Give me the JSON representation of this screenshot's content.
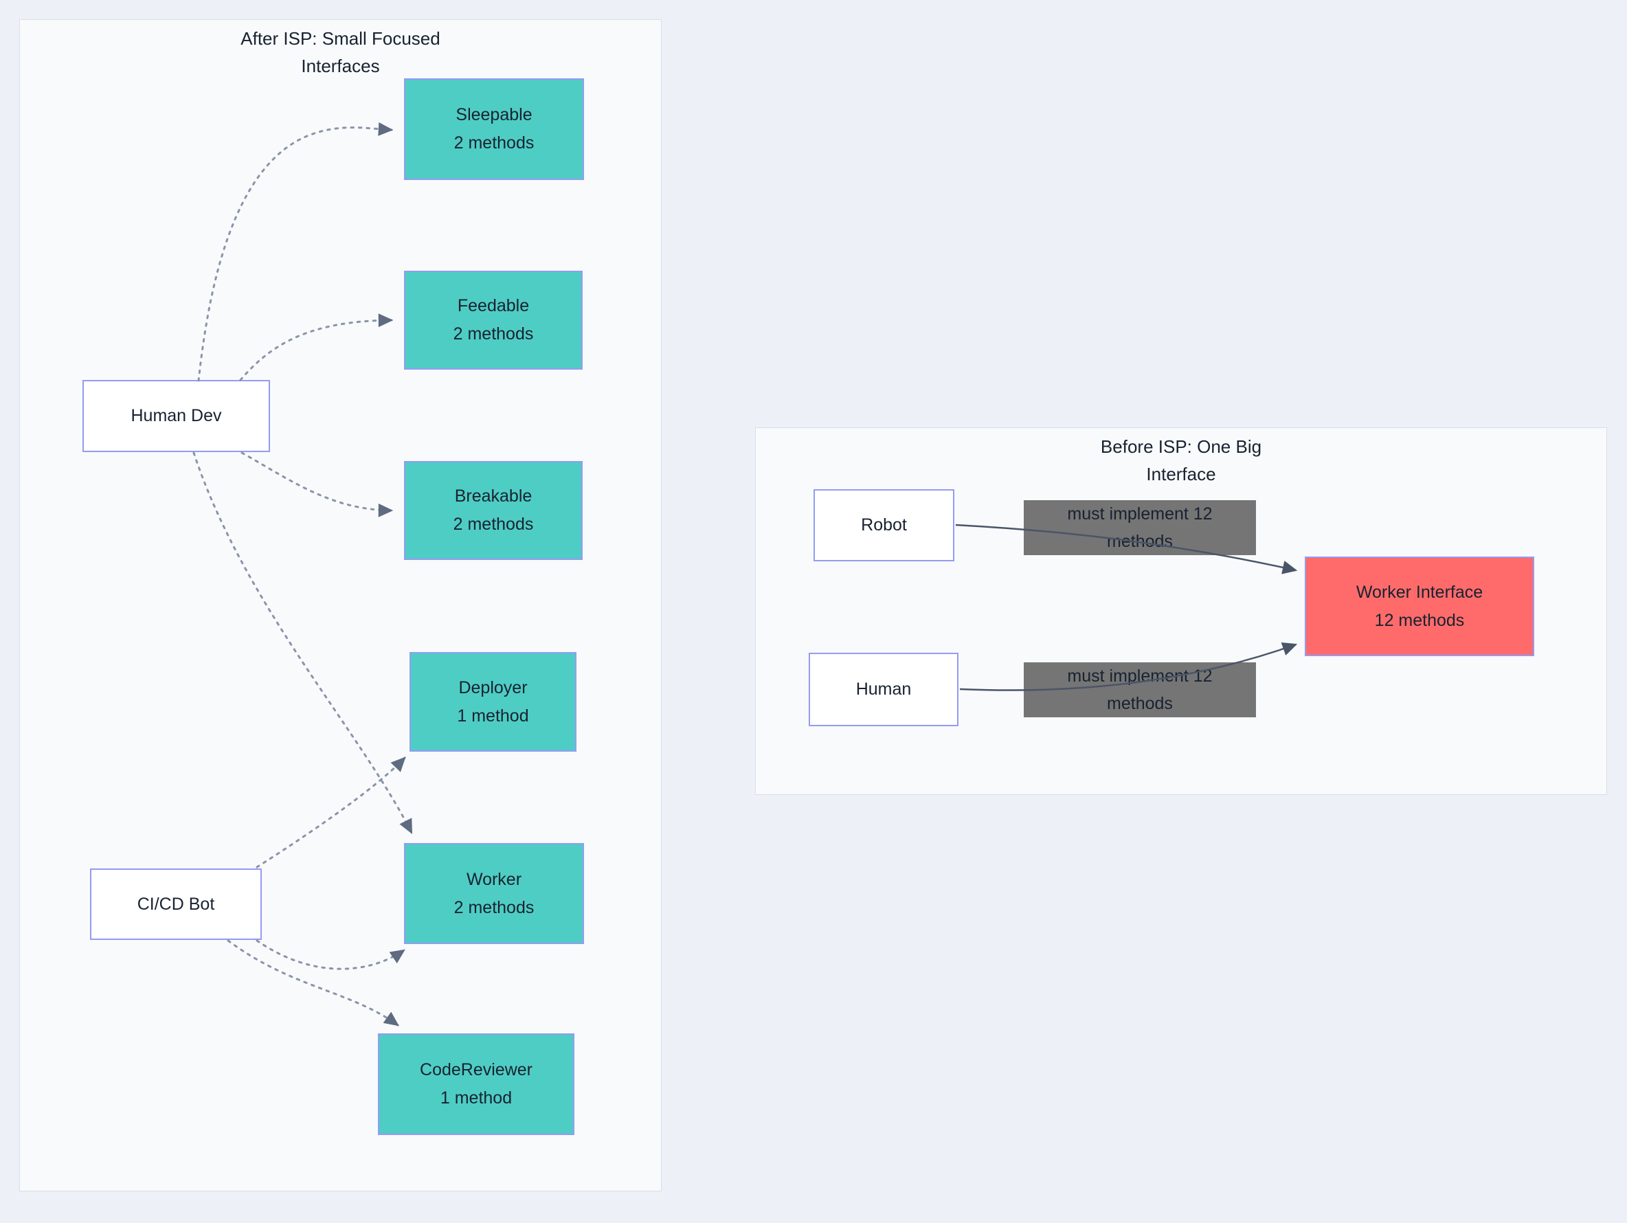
{
  "colors": {
    "page-bg": "#edf1f7",
    "panel-bg": "#f8fafc",
    "panel-border": "#d8dfe9",
    "node-border": "#949bf3",
    "node-white-bg": "#ffffff",
    "teal": "#4ECDC4",
    "red": "#FF6B6B",
    "gray-label-bg": "#757575",
    "text": "#182230",
    "dotted-edge": "#8a94a8",
    "dotted-arrow": "#5f6b81",
    "solid-edge": "#4a5568"
  },
  "after_panel": {
    "title_line1": "After ISP: Small Focused",
    "title_line2": "Interfaces",
    "nodes": {
      "human_dev": {
        "line1": "Human Dev"
      },
      "cicd_bot": {
        "line1": "CI/CD Bot"
      },
      "sleepable": {
        "line1": "Sleepable",
        "line2": "2 methods"
      },
      "feedable": {
        "line1": "Feedable",
        "line2": "2 methods"
      },
      "breakable": {
        "line1": "Breakable",
        "line2": "2 methods"
      },
      "deployer": {
        "line1": "Deployer",
        "line2": "1 method"
      },
      "worker": {
        "line1": "Worker",
        "line2": "2 methods"
      },
      "codereviewer": {
        "line1": "CodeReviewer",
        "line2": "1 method"
      }
    },
    "edges": [
      {
        "from": "Human Dev",
        "to": "Sleepable",
        "style": "dotted"
      },
      {
        "from": "Human Dev",
        "to": "Feedable",
        "style": "dotted"
      },
      {
        "from": "Human Dev",
        "to": "Breakable",
        "style": "dotted"
      },
      {
        "from": "Human Dev",
        "to": "Worker",
        "style": "dotted"
      },
      {
        "from": "CI/CD Bot",
        "to": "Deployer",
        "style": "dotted"
      },
      {
        "from": "CI/CD Bot",
        "to": "Worker",
        "style": "dotted"
      },
      {
        "from": "CI/CD Bot",
        "to": "CodeReviewer",
        "style": "dotted"
      }
    ]
  },
  "before_panel": {
    "title_line1": "Before ISP: One Big",
    "title_line2": "Interface",
    "nodes": {
      "robot": {
        "line1": "Robot"
      },
      "human": {
        "line1": "Human"
      },
      "worker_interface": {
        "line1": "Worker Interface",
        "line2": "12 methods"
      }
    },
    "edge_labels": {
      "robot_edge": {
        "line1": "must implement 12",
        "line2": "methods"
      },
      "human_edge": {
        "line1": "must implement 12",
        "line2": "methods"
      }
    },
    "edges": [
      {
        "from": "Robot",
        "to": "Worker Interface",
        "label": "must implement 12 methods",
        "style": "solid"
      },
      {
        "from": "Human",
        "to": "Worker Interface",
        "label": "must implement 12 methods",
        "style": "solid"
      }
    ]
  }
}
